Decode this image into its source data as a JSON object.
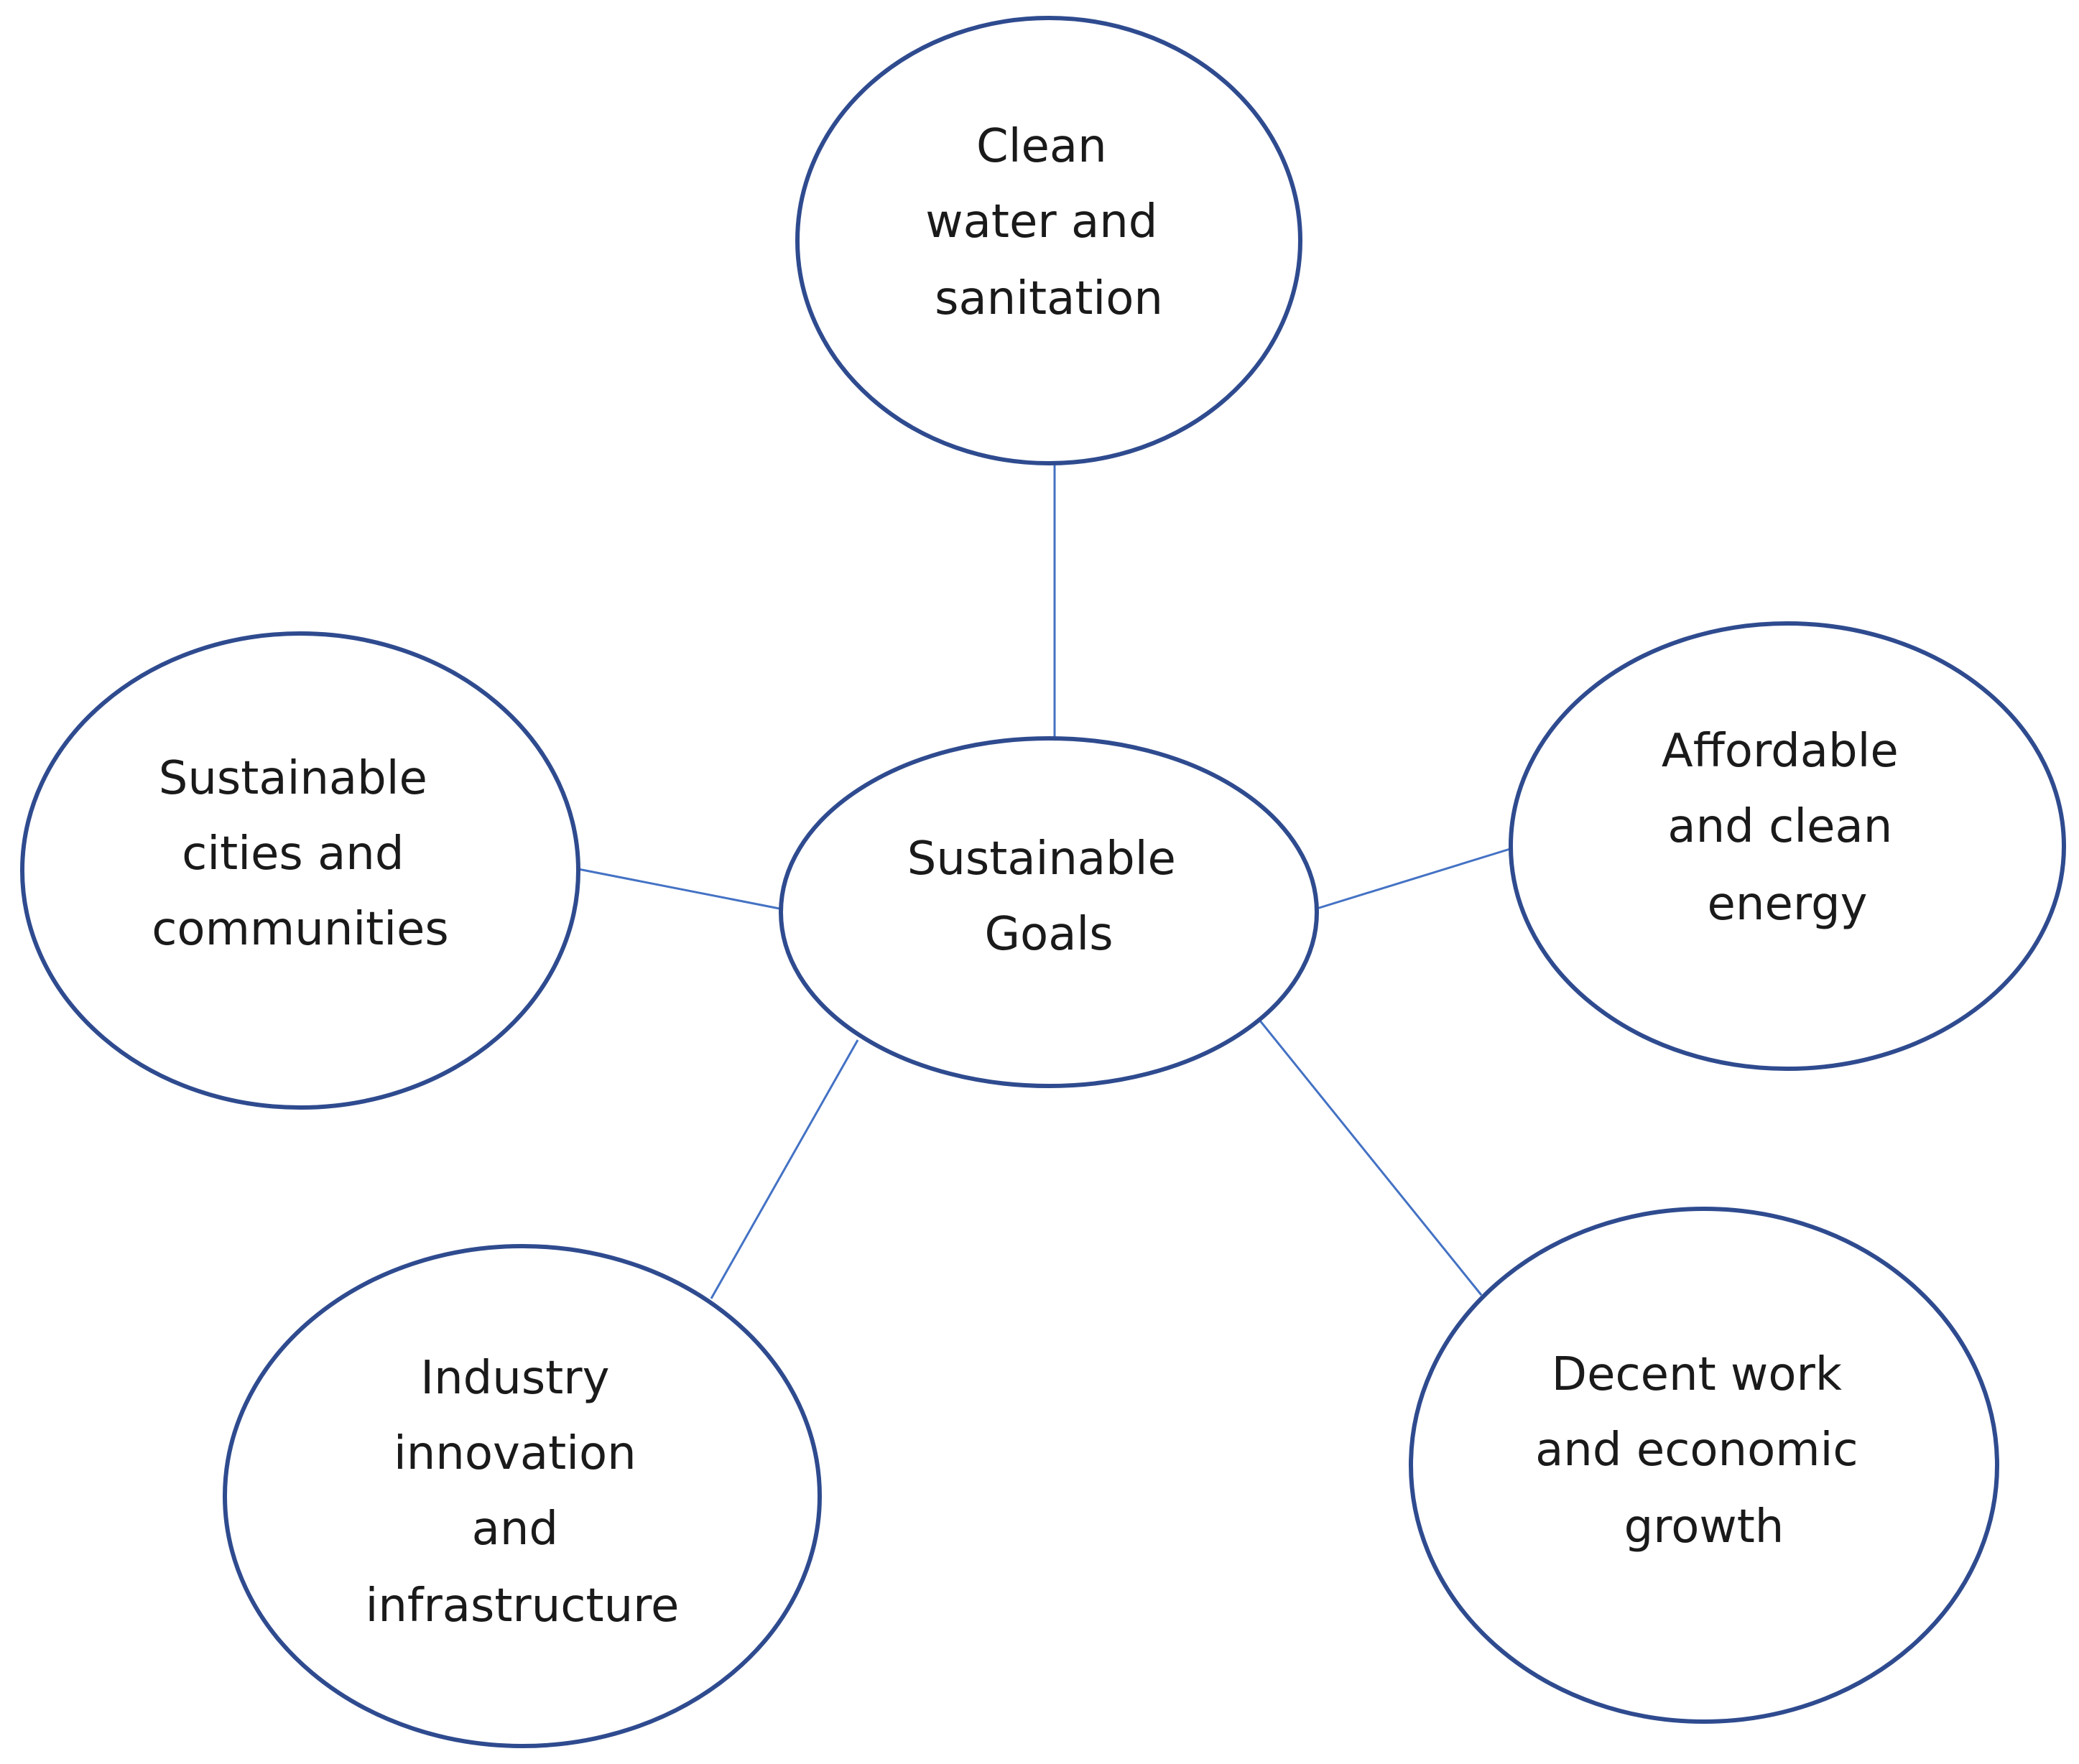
{
  "colors": {
    "connector": "#4472C4",
    "node_border": "#2F4B8F",
    "node_fill": "#ffffff",
    "text": "#1a1a1a",
    "background": "#ffffff"
  },
  "center": {
    "lines": [
      "Sustainable",
      "Goals"
    ]
  },
  "nodes": [
    {
      "id": "clean-water",
      "lines": [
        "Clean",
        "water and",
        "sanitation"
      ]
    },
    {
      "id": "affordable-energy",
      "lines": [
        "Affordable",
        "and clean",
        "energy"
      ]
    },
    {
      "id": "decent-work",
      "lines": [
        "Decent work",
        "and economic",
        "growth"
      ]
    },
    {
      "id": "industry-innovation",
      "lines": [
        "Industry",
        "innovation",
        "and",
        "infrastructure"
      ]
    },
    {
      "id": "sustainable-cities",
      "lines": [
        "Sustainable",
        "cities and",
        "communities"
      ]
    }
  ]
}
